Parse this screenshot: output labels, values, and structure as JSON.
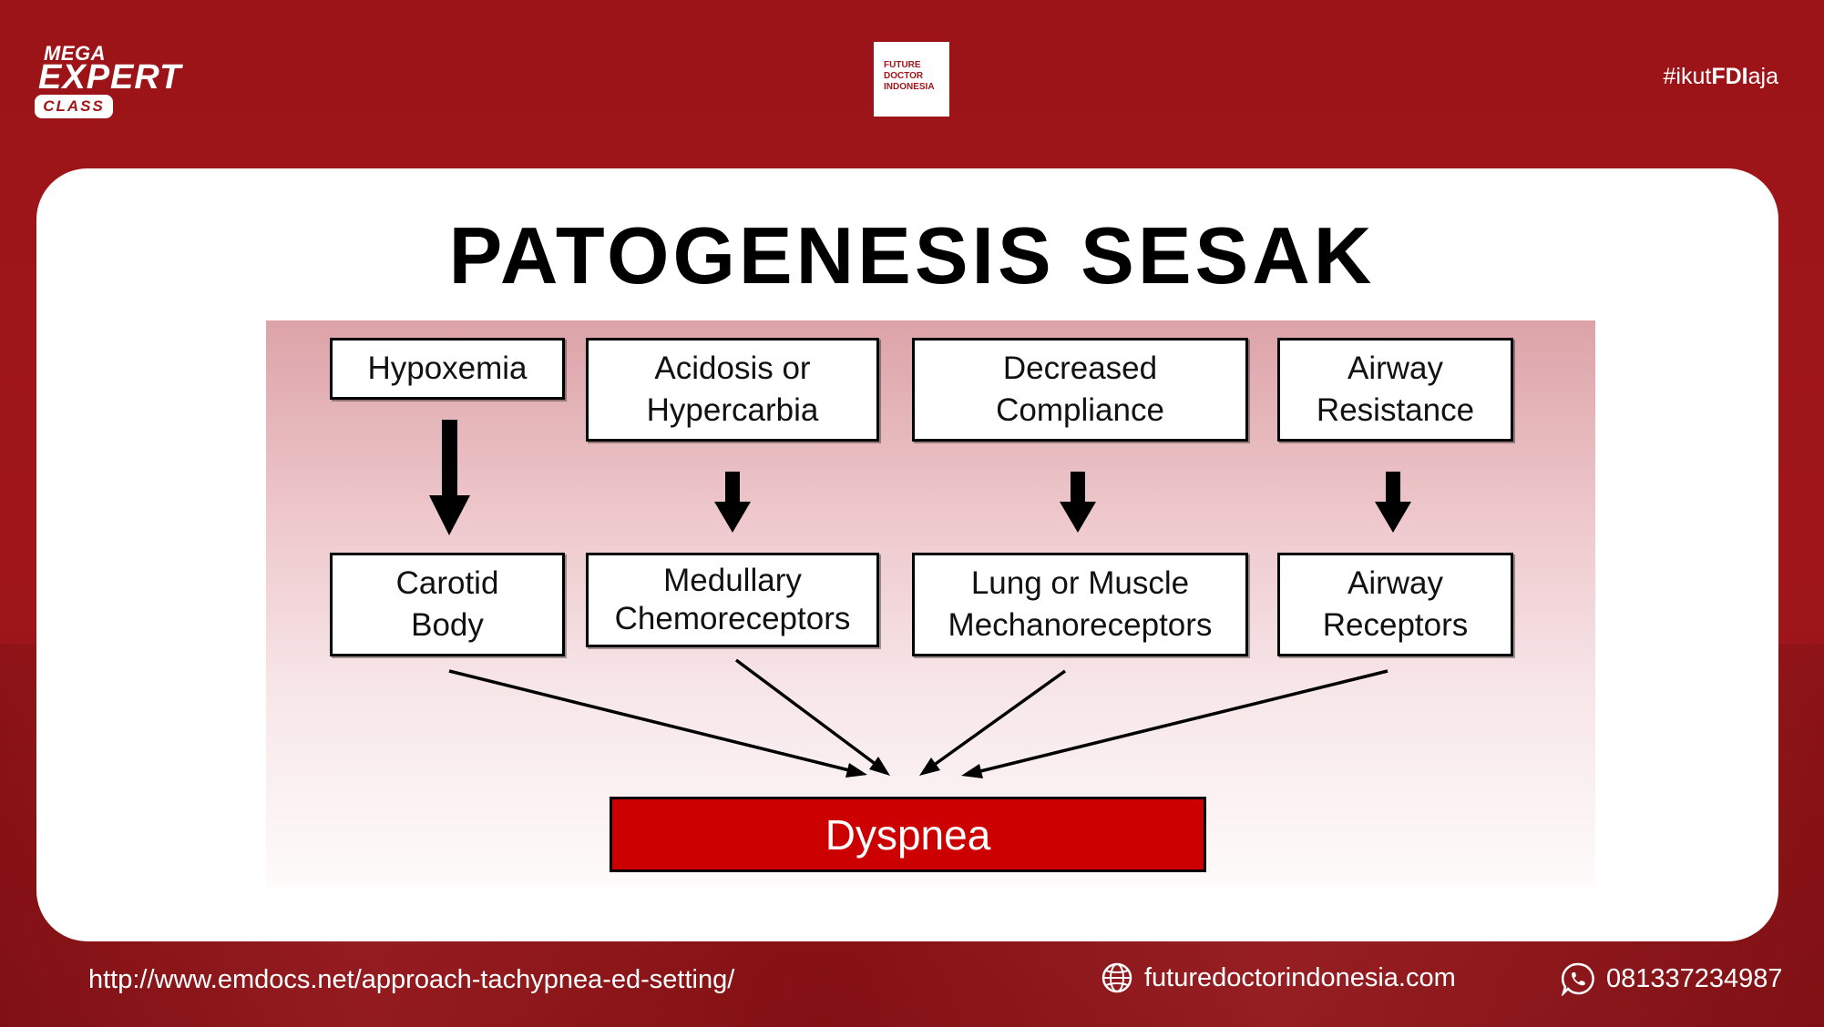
{
  "header": {
    "logo_left": {
      "line1": "MEGA",
      "line2": "EXPERT",
      "line3": "CLASS"
    },
    "logo_center": {
      "line1": "FUTURE",
      "line2": "DOCTOR",
      "line3": "INDONESIA"
    },
    "hashtag_prefix": "#ikut",
    "hashtag_bold": "FDI",
    "hashtag_suffix": "aja"
  },
  "slide": {
    "title": "PATOGENESIS SESAK"
  },
  "diagram": {
    "top_row": [
      {
        "line1": "Hypoxemia",
        "line2": ""
      },
      {
        "line1": "Acidosis or",
        "line2": "Hypercarbia"
      },
      {
        "line1": "Decreased",
        "line2": "Compliance"
      },
      {
        "line1": "Airway",
        "line2": "Resistance"
      }
    ],
    "bottom_row": [
      {
        "line1": "Carotid",
        "line2": "Body"
      },
      {
        "line1": "Medullary",
        "line2": "Chemoreceptors"
      },
      {
        "line1": "Lung or Muscle",
        "line2": "Mechanoreceptors"
      },
      {
        "line1": "Airway",
        "line2": "Receptors"
      }
    ],
    "outcome": "Dyspnea",
    "outcome_color": "#cc0000"
  },
  "footer": {
    "source_url": "http://www.emdocs.net/approach-tachypnea-ed-setting/",
    "website": "futuredoctorindonesia.com",
    "website_icon": "globe-icon",
    "phone": "081337234987",
    "phone_icon": "whatsapp-icon"
  },
  "colors": {
    "brand_red": "#a0161b",
    "card_bg": "#ffffff"
  }
}
